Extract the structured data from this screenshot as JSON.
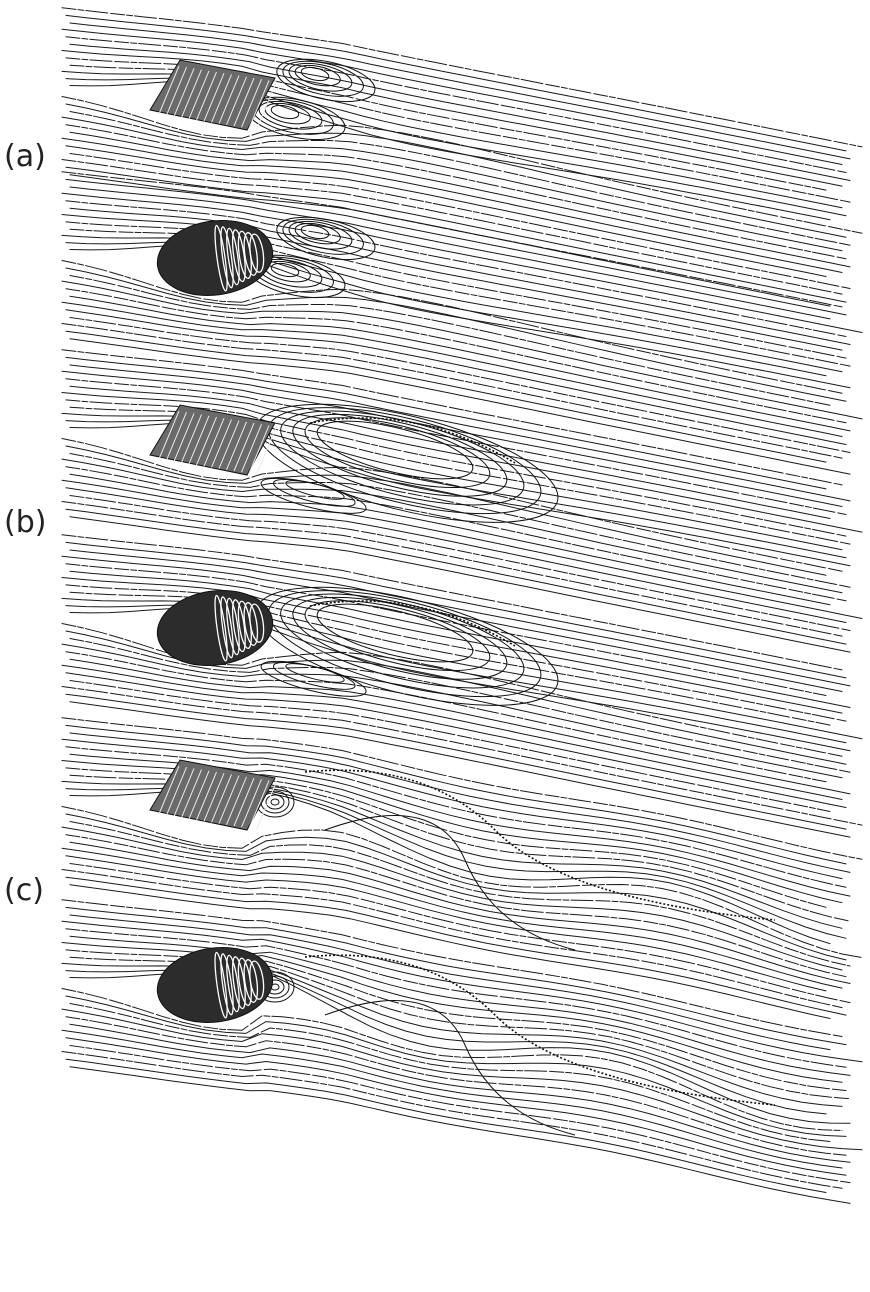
{
  "figure": {
    "panels": [
      {
        "label": "(a)",
        "regime": "steady-twin-vortex"
      },
      {
        "label": "(b)",
        "regime": "elongated-separation-bubble"
      },
      {
        "label": "(c)",
        "regime": "periodic-vortex-shedding"
      }
    ],
    "bodies": [
      "prism-icon",
      "ellipsoid-icon"
    ],
    "colors": {
      "ink": "#1a1a1a",
      "paper": "#ffffff",
      "body_dark": "#2c2c2c",
      "body_mid": "#6a6a6a"
    }
  }
}
